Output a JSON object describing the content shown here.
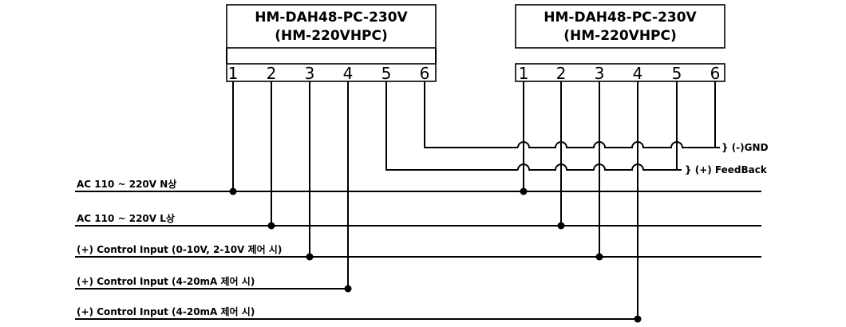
{
  "modules": [
    {
      "model_line1": "HM-DAH48-PC-230V",
      "model_line2": "(HM-220VHPC)",
      "terminals": [
        "1",
        "2",
        "3",
        "4",
        "5",
        "6"
      ]
    },
    {
      "model_line1": "HM-DAH48-PC-230V",
      "model_line2": "(HM-220VHPC)",
      "terminals": [
        "1",
        "2",
        "3",
        "4",
        "5",
        "6"
      ]
    }
  ],
  "buses": [
    {
      "label": "AC 110 ~ 220V N상"
    },
    {
      "label": "AC 110 ~ 220V L상"
    },
    {
      "label": "(+) Control Input (0-10V, 2-10V 제어 시)"
    },
    {
      "label": "(+) Control Input (4-20mA 제어 시)"
    },
    {
      "label": "(+) Control Input (4-20mA 제어 시)"
    }
  ],
  "outputs": {
    "gnd_label": "} (-)GND",
    "feedback_label": "} (+) FeedBack"
  },
  "colors": {
    "line": "#000000",
    "background": "#ffffff"
  }
}
